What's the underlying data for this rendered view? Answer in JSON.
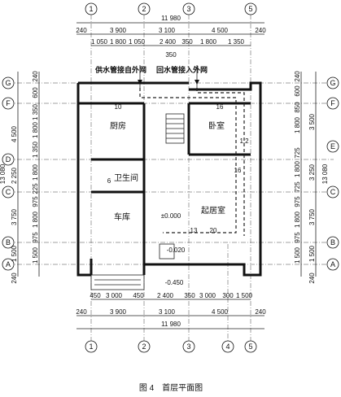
{
  "caption": "图 4　首层平面图",
  "rooms": {
    "kitchen": "厨房",
    "bedroom": "卧室",
    "bathroom": "卫生间",
    "garage": "车库",
    "living": "起居室"
  },
  "pipes": {
    "supply": "供水管接自外网",
    "return": "回水管接入外网"
  },
  "levels": {
    "floor": "±0.000",
    "step": "-0.020",
    "outside": "-0.450"
  },
  "axes": {
    "top": [
      "1",
      "2",
      "3",
      "5"
    ],
    "bottom": [
      "1",
      "2",
      "3",
      "4",
      "5"
    ],
    "left": [
      "G",
      "F",
      "D",
      "C",
      "B",
      "A"
    ],
    "right": [
      "G",
      "F",
      "E",
      "C",
      "B",
      "A"
    ]
  },
  "dims": {
    "top_total": "11 980",
    "top_row1": [
      "240",
      "3 900",
      "3 100",
      "4 500",
      "240"
    ],
    "top_row2": [
      "1 050",
      "1 800",
      "1 050",
      "2 400",
      "350",
      "1 800",
      "1 350"
    ],
    "top_350": "350",
    "bottom_row1": [
      "450",
      "3 000",
      "450",
      "2 400",
      "350",
      "3 000",
      "300",
      "1 500"
    ],
    "bottom_row1b": [
      "350",
      "2 400",
      "300"
    ],
    "bottom_row2": [
      "240",
      "3 900",
      "3 100",
      "4 500",
      "240"
    ],
    "bottom_total": "11 980",
    "left_outer": [
      "4 500",
      "2 250",
      "3 750",
      "1 500"
    ],
    "left_total": "13 080",
    "left_inner": [
      "240",
      "600",
      "1 350",
      "1 800",
      "1 350",
      "1 800",
      "225",
      "975",
      "1 800",
      "975",
      "1 500"
    ],
    "left_240": "240",
    "right_outer": [
      "3 500",
      "3 250",
      "3 750",
      "1 500"
    ],
    "right_total": "13 080",
    "right_inner": [
      "240",
      "600",
      "850",
      "1 800",
      "725",
      "1 800",
      "725",
      "975",
      "1 800",
      "975",
      "1 500"
    ],
    "right_240": "240"
  },
  "marks": [
    "10",
    "16",
    "6",
    "16",
    "13",
    "20",
    "1.2"
  ]
}
